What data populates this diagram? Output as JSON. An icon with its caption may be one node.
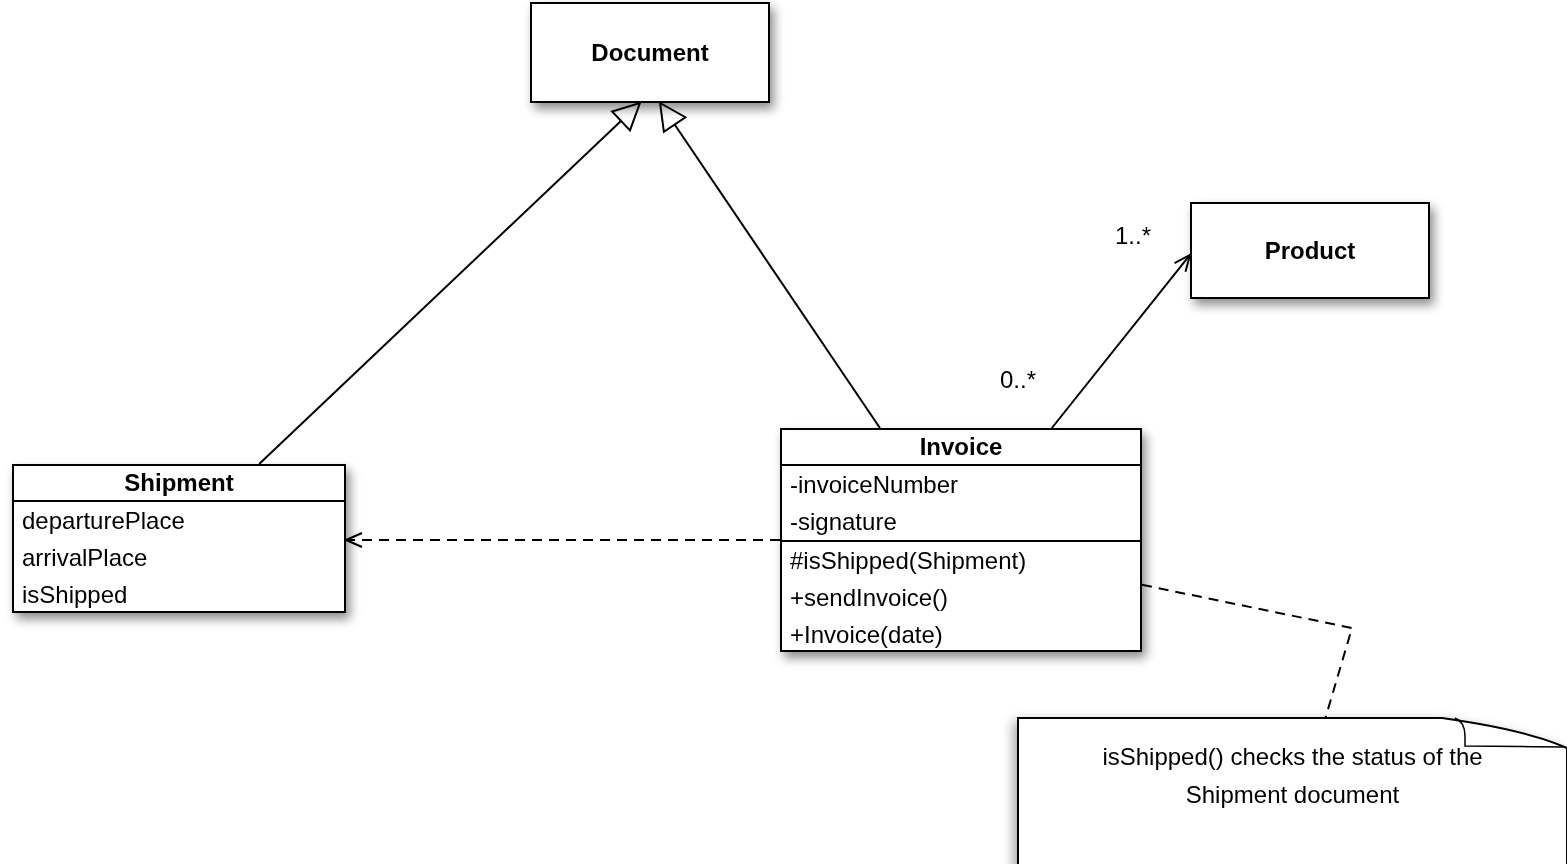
{
  "diagram": {
    "nodes": [
      {
        "text": [
          "Document"
        ]
      },
      {
        "text": [
          "Product"
        ]
      },
      {
        "text": [
          "Shipment",
          "departurePlace",
          "arrivalPlace",
          "isShipped"
        ]
      },
      {
        "text": [
          "Invoice",
          "-invoiceNumber",
          "-signature",
          "#isShipped(Shipment)",
          "+sendInvoice()",
          "+Invoice(date)"
        ]
      },
      {
        "text": [
          "isShipped() checks the status of the Shipment document"
        ]
      }
    ],
    "edges": [
      {
        "from": 2,
        "to": 0,
        "arrow": "to"
      },
      {
        "from": 3,
        "to": 0,
        "arrow": "to"
      },
      {
        "from": 3,
        "to": 1,
        "arrow": "to"
      },
      {
        "from": 3,
        "to": 2,
        "arrow": "to",
        "style": "dashed"
      },
      {
        "from": 3,
        "to": 4,
        "arrow": "none",
        "style": "dashed"
      }
    ],
    "labels": [
      "1..*",
      "0..*"
    ]
  }
}
